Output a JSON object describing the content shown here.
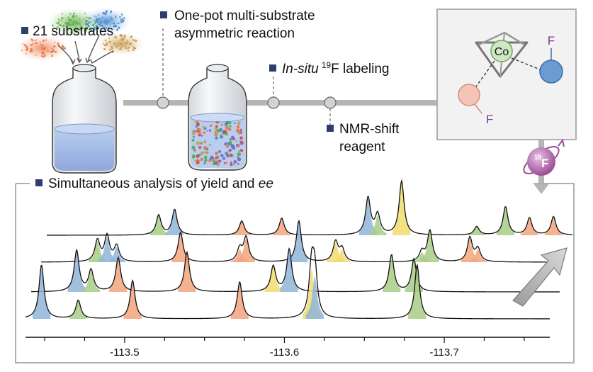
{
  "workflow": {
    "substrates": "21 substrates",
    "one_pot_line1": "One-pot multi-substrate",
    "one_pot_line2": "asymmetric reaction",
    "labeling_italic": "In-situ",
    "labeling_sup": "19",
    "labeling_rest": "F labeling",
    "nmr_line1": "NMR-shift",
    "nmr_line2": "reagent",
    "cobalt_label": "Co",
    "fluorine_label": "F",
    "probe_sup": "19",
    "probe_label": "F"
  },
  "analysis": {
    "title_prefix": "Simultaneous analysis of yield and ",
    "title_italic": "ee"
  },
  "colors": {
    "bullet": "#2e3f6e",
    "arrow": "#b5b5b5",
    "blue": "#8fb5d8",
    "green": "#a7cd86",
    "orange": "#f2a57c",
    "yellow": "#f1dc6e",
    "probe": "#a0509c",
    "panel": "#f2f2f2"
  },
  "chart_data": {
    "type": "line",
    "title": "",
    "xlabel": "",
    "ylabel": "",
    "xlim": [
      -113.438,
      -113.766
    ],
    "x_ticks": [
      -113.5,
      -113.6,
      -113.7
    ],
    "x_tick_labels": [
      "-113.5",
      "-113.6",
      "-113.7"
    ],
    "series": [
      {
        "peaks": [
          {
            "x": -113.508,
            "h": 28,
            "color": "green"
          },
          {
            "x": -113.518,
            "h": 36,
            "color": "blue"
          },
          {
            "x": -113.56,
            "h": 20,
            "color": "orange"
          },
          {
            "x": -113.585,
            "h": 24,
            "color": "orange"
          },
          {
            "x": -113.639,
            "h": 52,
            "color": "blue"
          },
          {
            "x": -113.645,
            "h": 28,
            "color": "green"
          },
          {
            "x": -113.66,
            "h": 76,
            "color": "yellow"
          },
          {
            "x": -113.707,
            "h": 12,
            "color": "green"
          },
          {
            "x": -113.725,
            "h": 40,
            "color": "green"
          },
          {
            "x": -113.74,
            "h": 24,
            "color": "orange"
          },
          {
            "x": -113.755,
            "h": 26,
            "color": "orange"
          }
        ]
      },
      {
        "peaks": [
          {
            "x": -113.483,
            "h": 30,
            "color": "green"
          },
          {
            "x": -113.489,
            "h": 36,
            "color": "blue"
          },
          {
            "x": -113.495,
            "h": 22,
            "color": "blue"
          },
          {
            "x": -113.535,
            "h": 42,
            "color": "orange"
          },
          {
            "x": -113.572,
            "h": 18,
            "color": "orange"
          },
          {
            "x": -113.576,
            "h": 34,
            "color": "orange"
          },
          {
            "x": -113.609,
            "h": 58,
            "color": "blue"
          },
          {
            "x": -113.632,
            "h": 28,
            "color": "yellow"
          },
          {
            "x": -113.636,
            "h": 18,
            "color": "yellow"
          },
          {
            "x": -113.686,
            "h": 14,
            "color": "green"
          },
          {
            "x": -113.691,
            "h": 44,
            "color": "green"
          },
          {
            "x": -113.716,
            "h": 34,
            "color": "orange"
          },
          {
            "x": -113.721,
            "h": 18,
            "color": "orange"
          }
        ]
      },
      {
        "peaks": [
          {
            "x": -113.47,
            "h": 58,
            "color": "blue"
          },
          {
            "x": -113.479,
            "h": 30,
            "color": "green"
          },
          {
            "x": -113.496,
            "h": 48,
            "color": "orange"
          },
          {
            "x": -113.539,
            "h": 56,
            "color": "orange"
          },
          {
            "x": -113.593,
            "h": 36,
            "color": "yellow"
          },
          {
            "x": -113.603,
            "h": 60,
            "color": "blue"
          },
          {
            "x": -113.667,
            "h": 52,
            "color": "green"
          },
          {
            "x": -113.681,
            "h": 46,
            "color": "green"
          }
        ]
      },
      {
        "peaks": [
          {
            "x": -113.448,
            "h": 76,
            "color": "blue"
          },
          {
            "x": -113.471,
            "h": 26,
            "color": "green"
          },
          {
            "x": -113.505,
            "h": 54,
            "color": "orange"
          },
          {
            "x": -113.572,
            "h": 52,
            "color": "orange"
          },
          {
            "x": -113.617,
            "h": 70,
            "color": "yellow"
          },
          {
            "x": -113.619,
            "h": 60,
            "color": "blue"
          },
          {
            "x": -113.683,
            "h": 76,
            "color": "green"
          }
        ]
      }
    ]
  }
}
